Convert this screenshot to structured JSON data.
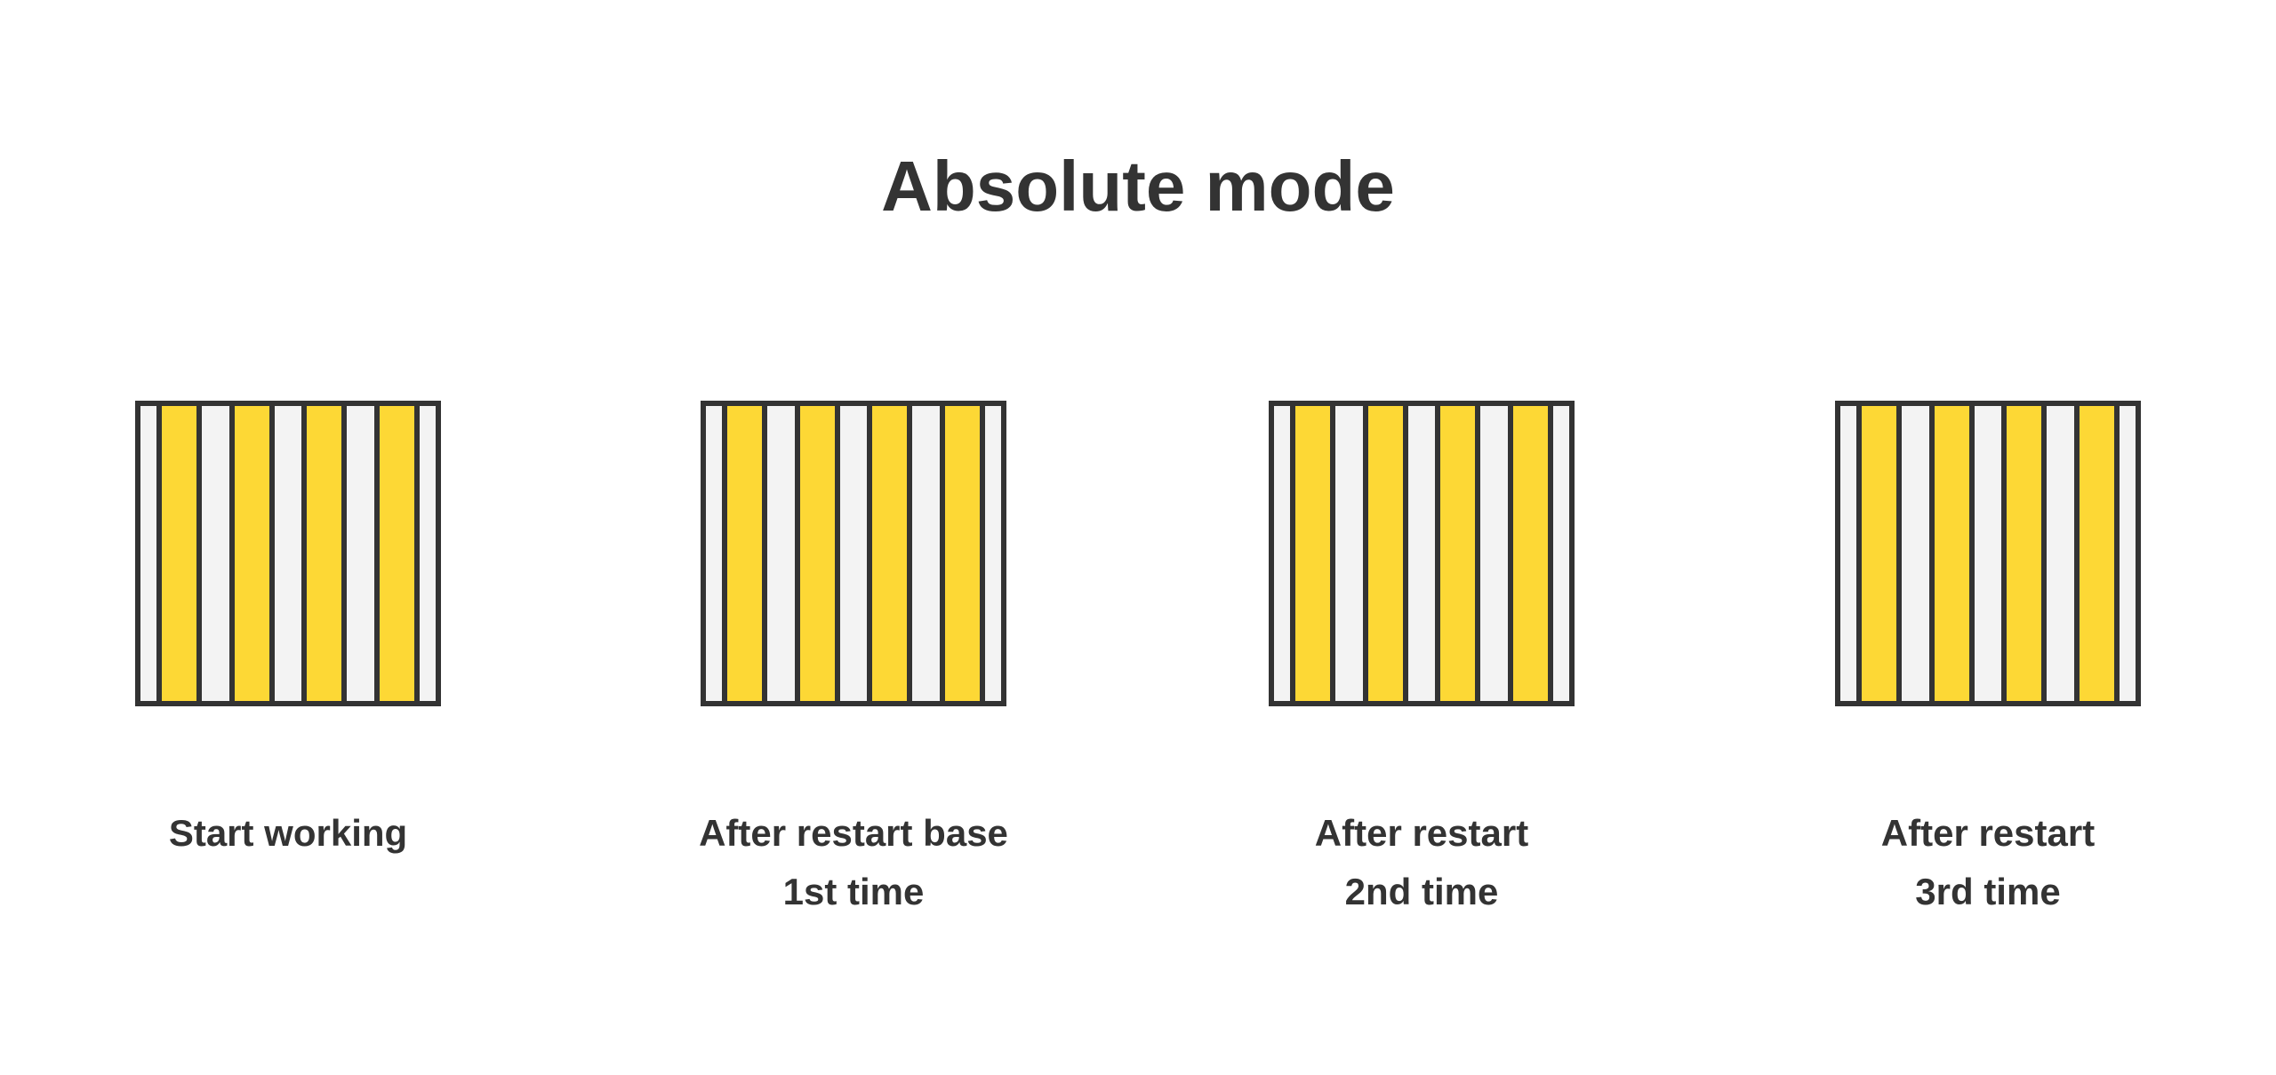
{
  "title": "Absolute mode",
  "colors": {
    "highlight": "#fdd835",
    "empty": "#f3f3f3",
    "outline": "#333333"
  },
  "panels": [
    {
      "line1": "Start working",
      "line2": "",
      "stripes": [
        "empty",
        "filled",
        "empty",
        "filled",
        "empty",
        "filled",
        "empty",
        "filled",
        "empty"
      ]
    },
    {
      "line1": "After restart base",
      "line2": "1st time",
      "stripes": [
        "empty",
        "filled",
        "empty",
        "filled",
        "empty",
        "filled",
        "empty",
        "filled",
        "empty"
      ]
    },
    {
      "line1": "After restart",
      "line2": "2nd time",
      "stripes": [
        "empty",
        "filled",
        "empty",
        "filled",
        "empty",
        "filled",
        "empty",
        "filled",
        "empty"
      ]
    },
    {
      "line1": "After restart",
      "line2": "3rd time",
      "stripes": [
        "empty",
        "filled",
        "empty",
        "filled",
        "empty",
        "filled",
        "empty",
        "filled",
        "empty"
      ]
    }
  ]
}
